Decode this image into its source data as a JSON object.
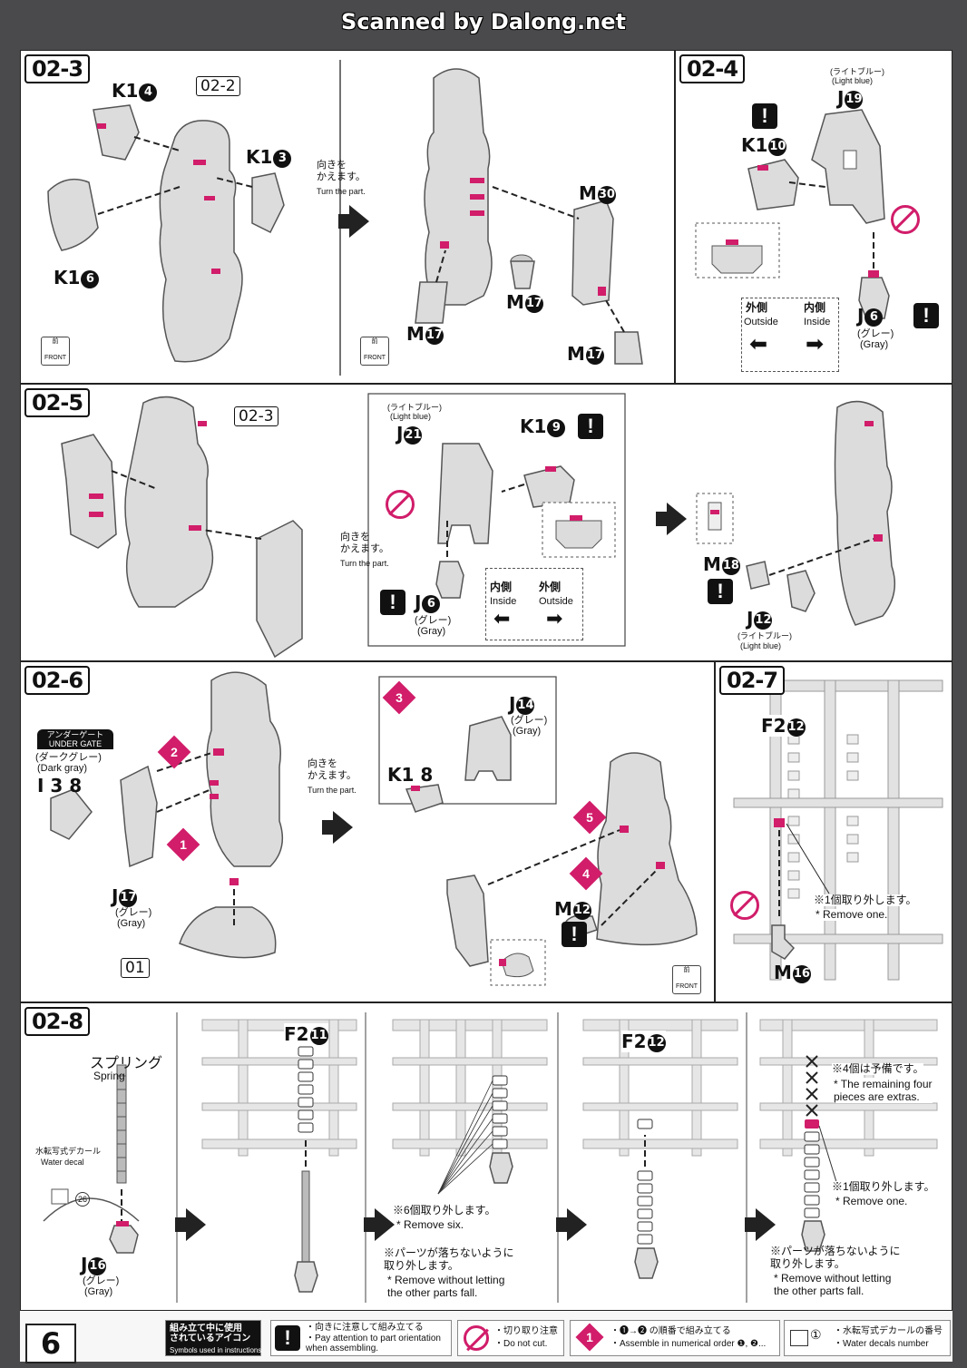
{
  "watermark": "Scanned by Dalong.net",
  "page_number": "6",
  "steps": {
    "s02_3": {
      "id": "02-3",
      "ref": "02-2",
      "labels": [
        "K1",
        "K1",
        "K1",
        "M",
        "M",
        "M",
        "M"
      ],
      "nums": [
        "4",
        "3",
        "6",
        "30",
        "17",
        "17",
        "17"
      ],
      "turn_jp": "向きを\nかえます。",
      "turn_en": "Turn the part.",
      "front_jp": "前",
      "front_en": "FRONT"
    },
    "s02_4": {
      "id": "02-4",
      "light_blue_jp": "(ライトブルー)",
      "light_blue_en": "(Light blue)",
      "J19": "J",
      "n19": "19",
      "K1": "K1",
      "n10": "10",
      "J6": "J",
      "n6": "6",
      "gray_jp": "(グレー)",
      "gray_en": "(Gray)",
      "outside_jp": "外側",
      "outside_en": "Outside",
      "inside_jp": "内側",
      "inside_en": "Inside"
    },
    "s02_5": {
      "id": "02-5",
      "ref": "02-3",
      "turn_jp": "向きを\nかえます。",
      "turn_en": "Turn the part.",
      "light_blue_jp": "(ライトブルー)",
      "light_blue_en": "(Light blue)",
      "J21": "J",
      "n21": "21",
      "K1": "K1",
      "n9": "9",
      "J6": "J",
      "n6": "6",
      "gray_jp": "(グレー)",
      "gray_en": "(Gray)",
      "inside_jp": "内側",
      "inside_en": "Inside",
      "outside_jp": "外側",
      "outside_en": "Outside",
      "M18": "M",
      "n18": "18",
      "J12": "J",
      "n12": "12",
      "light_blue2_jp": "(ライトブルー)",
      "light_blue2_en": "(Light blue)"
    },
    "s02_6": {
      "id": "02-6",
      "under_gate_jp": "アンダーゲート",
      "under_gate_en": "UNDER GATE",
      "dark_gray_jp": "(ダークグレー)",
      "dark_gray_en": "(Dark gray)",
      "I38": "I 3 8",
      "J17": "J",
      "n17": "17",
      "gray_jp": "(グレー)",
      "gray_en": "(Gray)",
      "ref01": "01",
      "turn_jp": "向きを\nかえます。",
      "turn_en": "Turn the part.",
      "J14": "J",
      "n14": "14",
      "gray2_jp": "(グレー)",
      "gray2_en": "(Gray)",
      "K18": "K1 8",
      "M12": "M",
      "n12": "12",
      "order": [
        "1",
        "2",
        "3",
        "4",
        "5"
      ],
      "front_jp": "前",
      "front_en": "FRONT"
    },
    "s02_7": {
      "id": "02-7",
      "F2": "F2",
      "n12": "12",
      "remove_jp": "※1個取り外します。",
      "remove_en": "* Remove one.",
      "M16": "M",
      "n16": "16"
    },
    "s02_8": {
      "id": "02-8",
      "spring_jp": "スプリング",
      "spring_en": "Spring",
      "decal_jp": "水転写式デカール",
      "decal_en": "Water decal",
      "decal_num": "26",
      "J16": "J",
      "n16": "16",
      "gray_jp": "(グレー)",
      "gray_en": "(Gray)",
      "F2a": "F2",
      "n11": "11",
      "remove6_jp": "※6個取り外します。",
      "remove6_en": "* Remove six.",
      "nofall_jp": "※パーツが落ちないように\n取り外します。",
      "nofall_en": "* Remove without letting\nthe other parts fall.",
      "F2b": "F2",
      "n12": "12",
      "extra_jp": "※4個は予備です。",
      "extra_en": "* The remaining four\npieces are extras.",
      "remove1_jp": "※1個取り外します。",
      "remove1_en": "* Remove one.",
      "nofall2_jp": "※パーツが落ちないように\n取り外します。",
      "nofall2_en": "* Remove without letting\nthe other parts fall."
    }
  },
  "footer": {
    "icons_jp": "組み立て中に使用\nされているアイコン",
    "icons_en": "Symbols used in instructions",
    "orient_jp": "・向きに注意して組み立てる",
    "orient_en": "・Pay attention to part orientation\nwhen assembling.",
    "cut_jp": "・切り取り注意",
    "cut_en": "・Do not cut.",
    "order_jp": "・❶→❷ の順番で組み立てる",
    "order_en": "・Assemble in numerical order ❶, ❷...",
    "decal_jp": "・水転写式デカールの番号",
    "decal_en": "・Water decals number",
    "decal_sym": "①"
  },
  "colors": {
    "accent": "#d11d6a",
    "part": "#d8d8d8",
    "ink": "#111111"
  }
}
